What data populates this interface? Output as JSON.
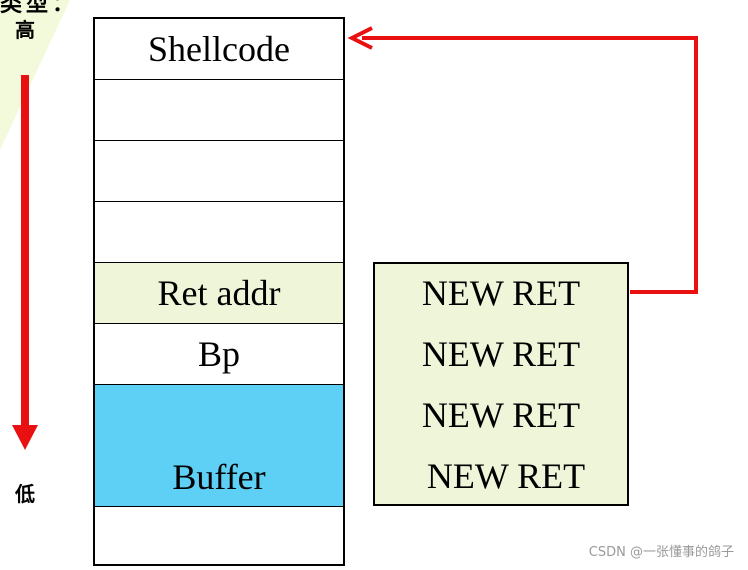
{
  "top_partial": "类型：",
  "labels": {
    "high": "高",
    "low": "低"
  },
  "stack_cells": [
    "Shellcode",
    "",
    "",
    "",
    "Ret addr",
    "Bp",
    "Buffer",
    ""
  ],
  "new_ret_box": [
    "NEW RET",
    "NEW RET",
    "NEW RET",
    "NEW RET"
  ],
  "watermark": "CSDN @一张懂事的鸽子",
  "colors": {
    "arrow": "#e81010",
    "ret_fill": "#eff5d9",
    "buffer_fill": "#5ecff5",
    "wedge": "#f3fadc"
  }
}
